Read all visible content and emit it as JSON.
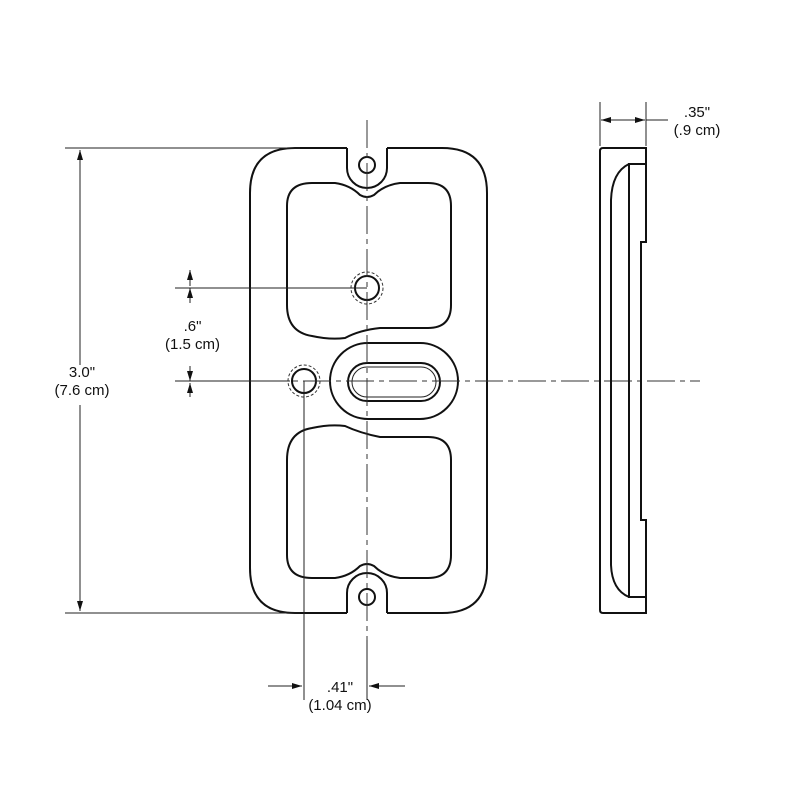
{
  "dimensions": {
    "height": {
      "imperial": "3.0\"",
      "metric": "(7.6 cm)"
    },
    "hole_spacing_vertical": {
      "imperial": ".6\"",
      "metric": "(1.5 cm)"
    },
    "hole_offset_horizontal": {
      "imperial": ".41\"",
      "metric": "(1.04 cm)"
    },
    "thickness": {
      "imperial": ".35\"",
      "metric": "(.9 cm)"
    }
  }
}
